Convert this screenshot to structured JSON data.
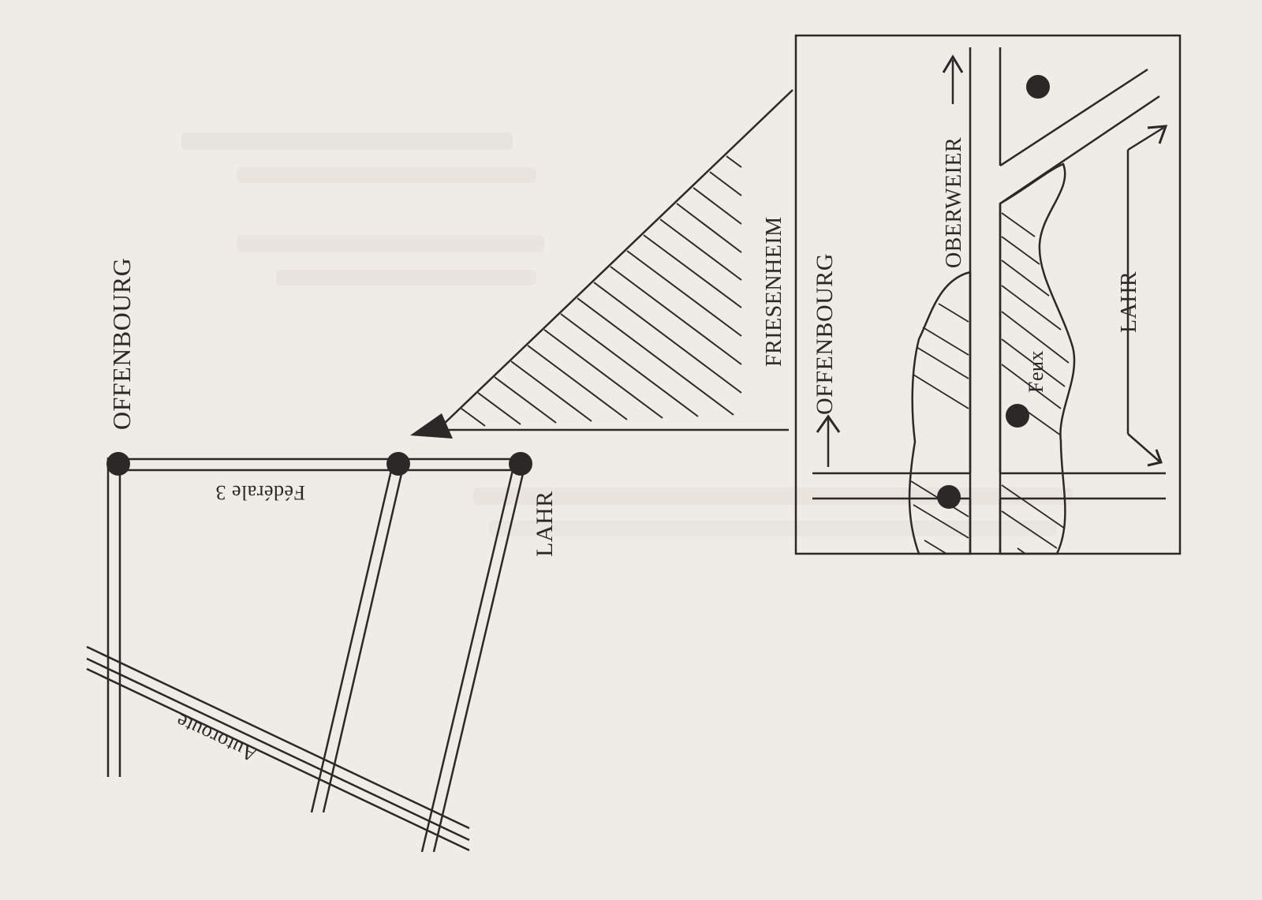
{
  "background_color": "#efebe6",
  "ink_color": "#2b2828",
  "overview_map": {
    "labels": {
      "city_north": "OFFENBOURG",
      "city_south": "LAHR",
      "federal_road": "Fédérale 3",
      "motorway": "Autoroute"
    }
  },
  "detail_map": {
    "labels": {
      "town": "FRIESENHEIM",
      "to_offenbourg": "OFFENBOURG",
      "to_oberweier": "OBERWEIER",
      "to_lahr": "LAHR",
      "traffic_lights": "Feux"
    }
  }
}
